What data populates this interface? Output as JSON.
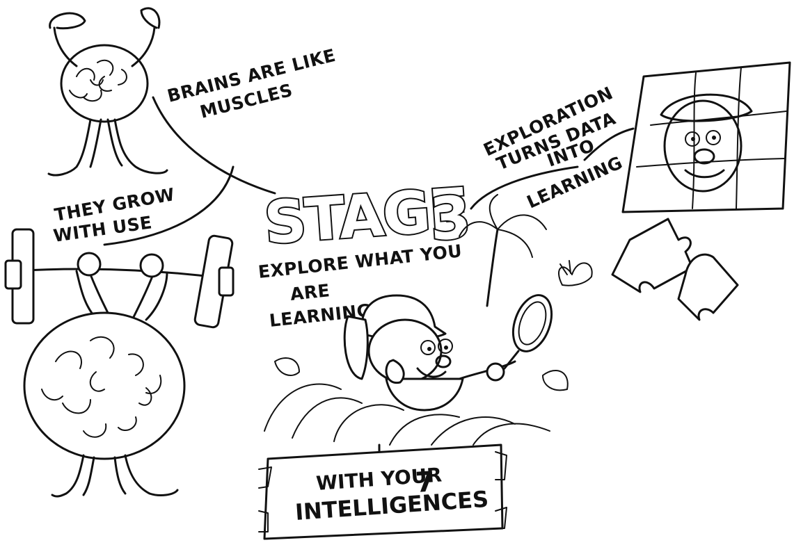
{
  "title": {
    "stage_word": "STAGE",
    "stage_number": "3"
  },
  "labels": {
    "brains_line1": "BRAINS ARE LIKE",
    "brains_line2": "MUSCLES",
    "grow_line1": "THEY GROW",
    "grow_line2": "WITH USE",
    "explore_line1": "EXPLORE WHAT YOU",
    "explore_line2": "ARE",
    "explore_line3": "LEARNING",
    "exploration_line1": "EXPLORATION",
    "exploration_line2": "TURNS DATA",
    "exploration_line3": "INTO",
    "exploration_line4": "LEARNING"
  },
  "sign": {
    "line1": "WITH YOUR",
    "number": "7",
    "line2": "INTELLIGENCES"
  },
  "illustrations": [
    "flexing-brain-icon",
    "weightlifting-brain-icon",
    "explorer-with-magnifier-icon",
    "jigsaw-face-icon",
    "jungle-plants-icon",
    "butterfly-icon"
  ]
}
